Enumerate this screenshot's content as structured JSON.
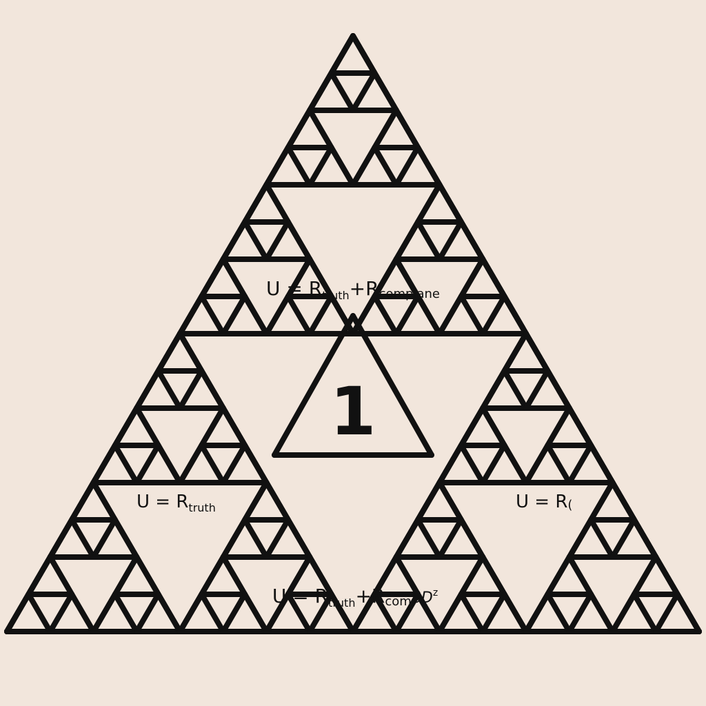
{
  "diagram": {
    "background_color": "#f2e6dc",
    "stroke_color": "#111111",
    "central_number": "1",
    "formulas": {
      "top": {
        "prefix": "U = R",
        "sub1": "truth",
        "plus": "+R",
        "sub2": "complane"
      },
      "left": {
        "prefix": "U = R",
        "sub1": "truth"
      },
      "right": {
        "prefix": "U = R",
        "sub1": "("
      },
      "bottom": {
        "prefix": "U = R",
        "sub1": "truth",
        "plus": "+R",
        "sub2": "com",
        "tail": "βD",
        "sup": "z"
      }
    }
  }
}
